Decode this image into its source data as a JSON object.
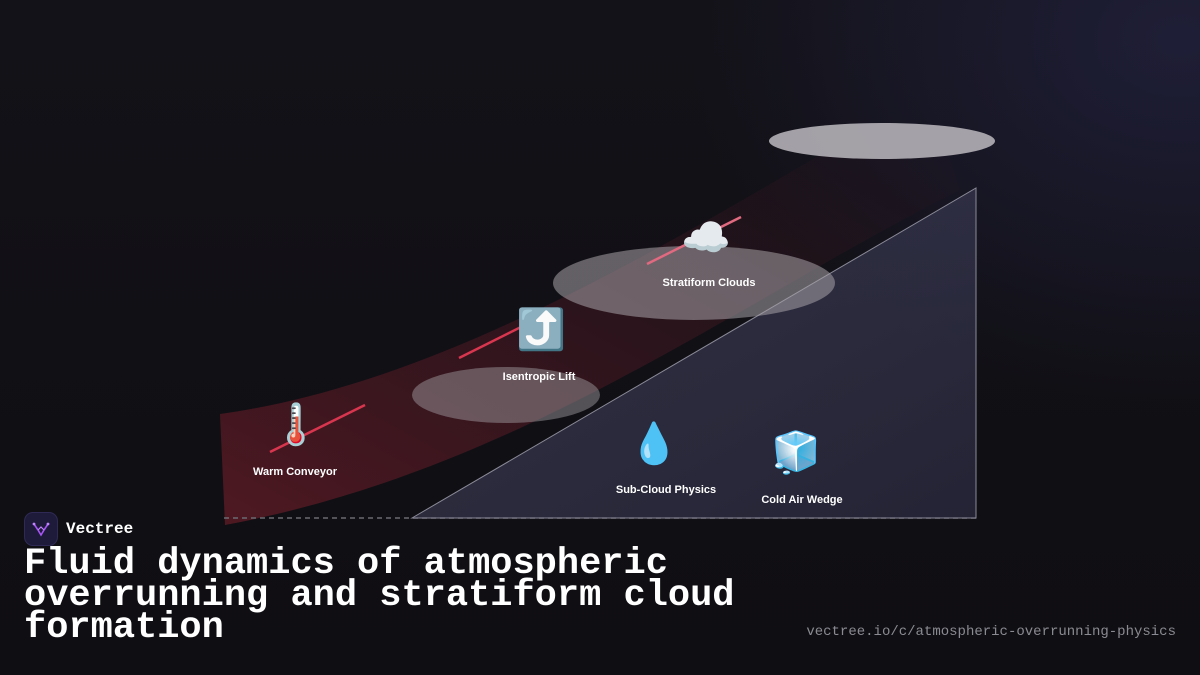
{
  "brand": {
    "name": "Vectree",
    "logo_icon": "vectree-logo-icon",
    "accent": "#a855f7"
  },
  "title": "Fluid dynamics of atmospheric overrunning and stratiform cloud formation",
  "url": "vectree.io/c/atmospheric-overrunning-physics",
  "diagram": {
    "nodes": [
      {
        "id": "warm",
        "label": "Warm Conveyor",
        "icon": "thermometer-icon",
        "glyph": "🌡️"
      },
      {
        "id": "lift",
        "label": "Isentropic Lift",
        "icon": "up-arrow-icon",
        "glyph": "⤴️"
      },
      {
        "id": "clouds",
        "label": "Stratiform Clouds",
        "icon": "cloud-icon",
        "glyph": "☁️"
      },
      {
        "id": "subcloud",
        "label": "Sub-Cloud Physics",
        "icon": "droplet-icon",
        "glyph": "💧"
      },
      {
        "id": "cold",
        "label": "Cold Air Wedge",
        "icon": "ice-cube-icon",
        "glyph": "🧊"
      }
    ],
    "colors": {
      "warm_band": "#7a1e2a",
      "streamline": "#e0405a",
      "cloud": "#a7a3a8",
      "wedge": "#3a3a55",
      "ground": "#6a6a72"
    }
  }
}
